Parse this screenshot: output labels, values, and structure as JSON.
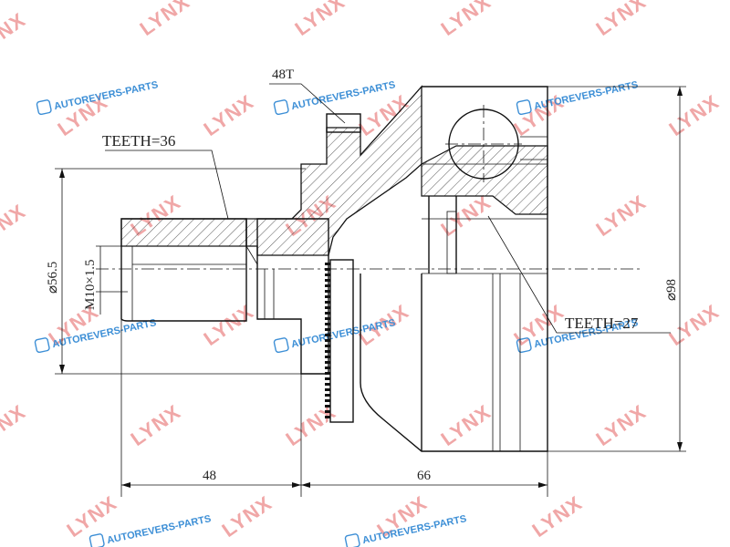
{
  "labels": {
    "teeth_spline": "TEETH=36",
    "teeth_inner": "TEETH=27",
    "abs_ring": "48T",
    "thread": "M10×1.5",
    "dia_shaft": "⌀56.5",
    "dia_outer": "⌀98",
    "length_shaft": "48",
    "length_body": "66"
  },
  "watermarks": {
    "brand_primary": "LYNX",
    "brand_secondary": "AUTOREVERS-PARTS"
  },
  "colors": {
    "brand_primary": "#f0a7a7",
    "brand_secondary": "#3d8fd6",
    "ink": "#111111"
  }
}
